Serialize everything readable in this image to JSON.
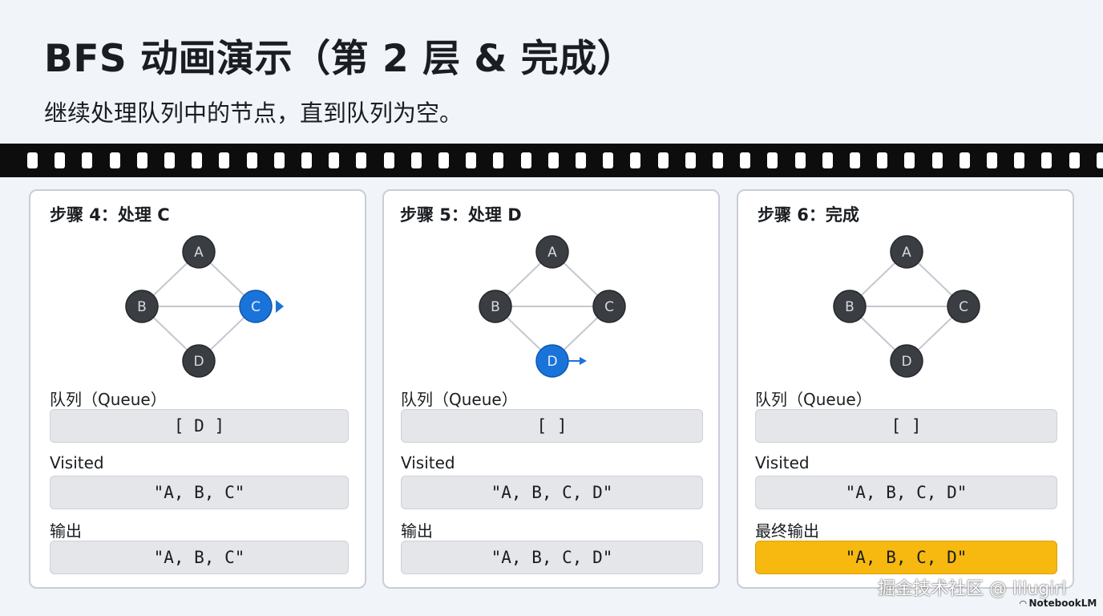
{
  "header": {
    "title": "BFS 动画演示（第 2 层 & 完成）",
    "subtitle": "继续处理队列中的节点，直到队列为空。"
  },
  "colors": {
    "node": "#3a3d42",
    "active_node": "#1a73d9",
    "edge": "#c4c8ce",
    "final_output": "#f7b90f"
  },
  "panels": [
    {
      "title": "步骤 4：处理 C",
      "nodes": [
        "A",
        "B",
        "C",
        "D"
      ],
      "active": "C",
      "queue_label": "队列（Queue）",
      "queue_value": "[ D ]",
      "visited_label": "Visited",
      "visited_value": "\"A, B, C\"",
      "output_label": "输出",
      "output_value": "\"A, B, C\""
    },
    {
      "title": "步骤 5：处理 D",
      "nodes": [
        "A",
        "B",
        "C",
        "D"
      ],
      "active": "D",
      "queue_label": "队列（Queue）",
      "queue_value": "[ ]",
      "visited_label": "Visited",
      "visited_value": "\"A, B, C, D\"",
      "output_label": "输出",
      "output_value": "\"A, B, C, D\""
    },
    {
      "title": "步骤 6：完成",
      "nodes": [
        "A",
        "B",
        "C",
        "D"
      ],
      "active": "",
      "queue_label": "队列（Queue）",
      "queue_value": "[ ]",
      "visited_label": "Visited",
      "visited_value": "\"A, B, C, D\"",
      "output_label": "最终输出",
      "output_value": "\"A, B, C, D\""
    }
  ],
  "watermark": "掘金技术社区 @ lilugirl",
  "brand": "NotebookLM"
}
